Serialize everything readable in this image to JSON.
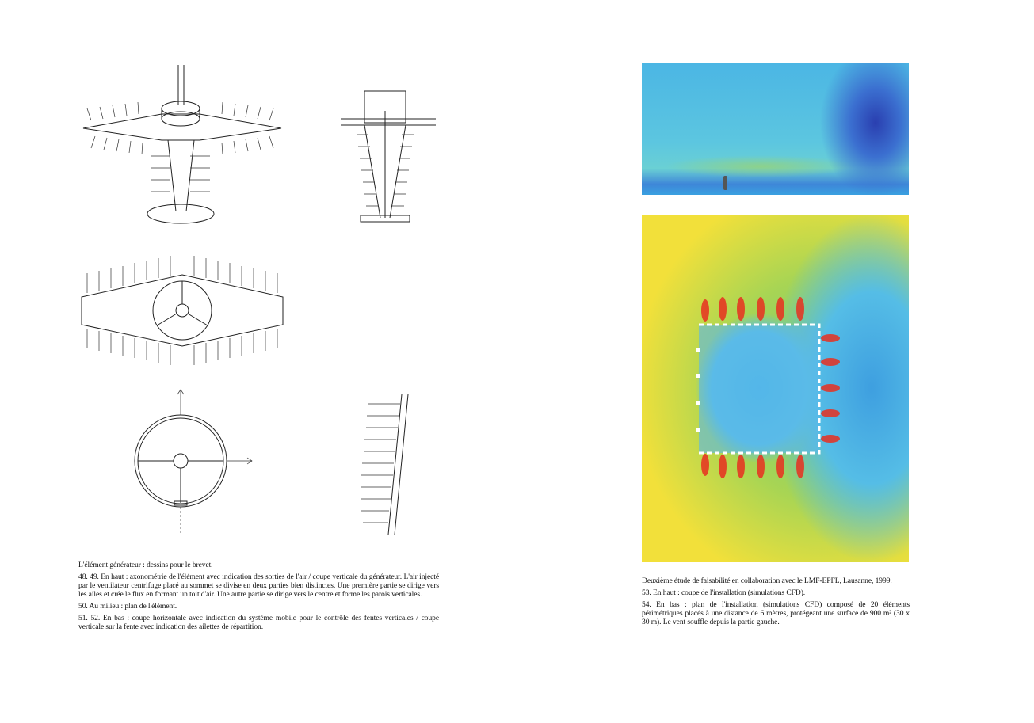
{
  "left_page": {
    "captions": {
      "title": "L'élément générateur : dessins pour le brevet.",
      "fig_48_49": "48. 49. En haut : axonométrie de l'élément avec indication des sorties de l'air / coupe verticale du générateur. L'air injecté par le ventilateur centrifuge placé au sommet se divise en deux parties bien distinctes. Une première partie se dirige vers les ailes et crée le flux en formant un toit d'air. Une autre partie se dirige vers le centre et forme les parois verticales.",
      "fig_50": "50. Au milieu : plan de l'élément.",
      "fig_51_52": "51. 52. En bas : coupe horizontale avec indication du système mobile pour le contrôle des fentes verticales / coupe verticale sur la fente avec indication des ailettes de répartition."
    }
  },
  "right_page": {
    "captions": {
      "title": "Deuxième étude de faisabilité en collaboration avec le LMF-EPFL, Lausanne, 1999.",
      "fig_53": "53. En haut : coupe de l'installation (simulations CFD).",
      "fig_54": "54. En bas : plan de l'installation (simulations CFD) composé de 20 éléments périmétriques placés à une distance de 6 mètres, protégeant une surface de 900 m² (30 x 30 m). Le vent souffle depuis la partie gauche."
    }
  }
}
